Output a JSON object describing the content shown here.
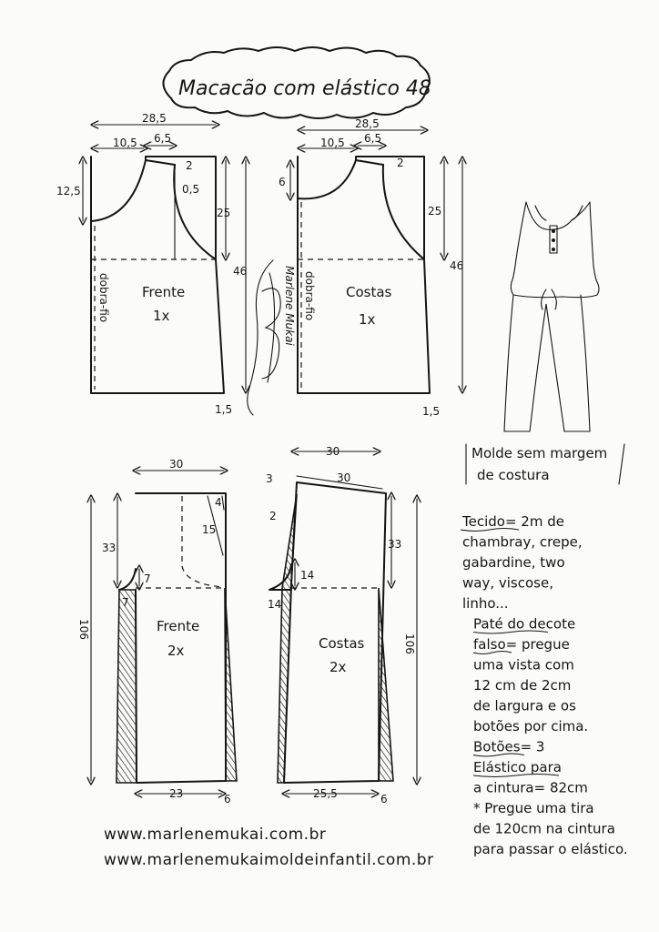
{
  "title": "Macacão com elástico 48",
  "bodice": {
    "front": {
      "label": "Frente",
      "qty": "1x",
      "fold": "dobra-fio",
      "dims": {
        "width": "28,5",
        "neck": "10,5",
        "shoulder": "6,5",
        "shoulder_drop": "2",
        "neck_depth": "12,5",
        "armhole": "0,5",
        "armhole_depth": "25",
        "length": "46",
        "hem": "1,5"
      }
    },
    "back": {
      "label": "Costas",
      "qty": "1x",
      "fold": "dobra-fio",
      "dims": {
        "width": "28,5",
        "neck": "10,5",
        "shoulder": "6,5",
        "shoulder_drop": "2",
        "neck_depth": "6",
        "armhole_depth": "25",
        "length": "46",
        "hem": "1,5"
      }
    }
  },
  "trousers": {
    "front": {
      "label": "Frente",
      "qty": "2x",
      "dims": {
        "waist": "30",
        "dart_top": "4",
        "dart_len": "15",
        "rise": "33",
        "crotch": "7",
        "crotch_ext": "7",
        "length": "106",
        "hem": "23",
        "side_taper": "6"
      }
    },
    "back": {
      "label": "Costas",
      "qty": "2x",
      "dims": {
        "waist": "30",
        "waist_rise": "3",
        "side": "2",
        "rise": "33",
        "crotch": "14",
        "crotch_ext": "14",
        "length": "106",
        "hem": "25,5",
        "side_taper": "6"
      }
    }
  },
  "signature": "Marlene Mukai",
  "notes": {
    "heading": "Molde sem margem de costura",
    "heading_line1": "Molde sem margem",
    "heading_line2": "de costura",
    "lines": [
      "Tecido= 2m  de",
      "chambray, crepe,",
      "gabardine, two",
      "way, viscose,",
      "linho...",
      "Paté do decote",
      "falso= pregue",
      "uma vista com",
      "12 cm de 2cm",
      "de largura e os",
      "botões por cima.",
      "Botões= 3",
      "Elástico para",
      "a cintura= 82cm",
      "* Pregue uma tira",
      "de 120cm na cintura",
      "para passar o elástico."
    ]
  },
  "urls": [
    "www.marlenemukai.com.br",
    "www.marlenemukaimoldeinfantil.com.br"
  ]
}
